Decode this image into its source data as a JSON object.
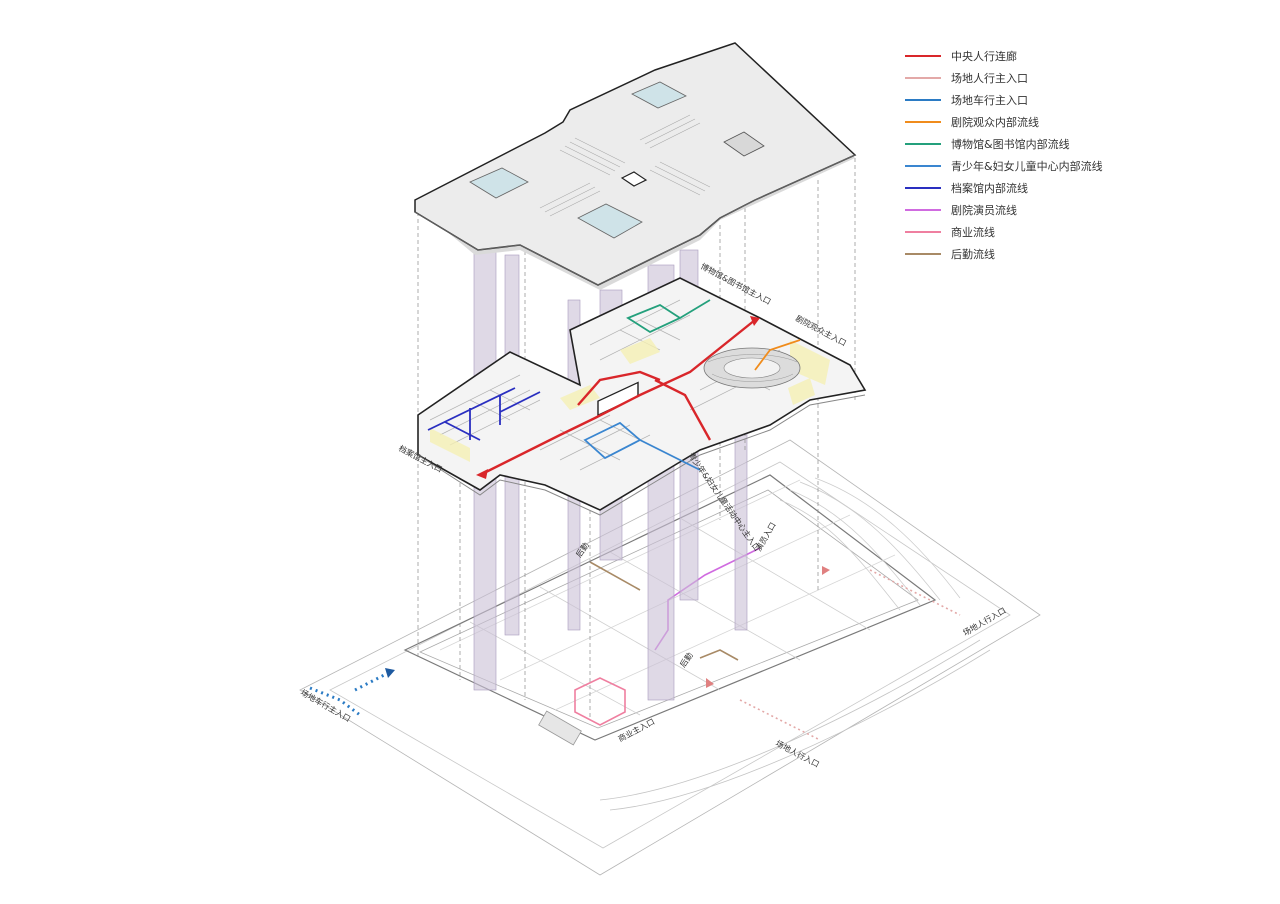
{
  "legend": {
    "items": [
      {
        "label": "中央人行连廊",
        "color": "#d9262a"
      },
      {
        "label": "场地人行主入口",
        "color": "#e3a9a8"
      },
      {
        "label": "场地车行主入口",
        "color": "#2b7bc4"
      },
      {
        "label": "剧院观众内部流线",
        "color": "#f08c1c"
      },
      {
        "label": "博物馆&图书馆内部流线",
        "color": "#24a07c"
      },
      {
        "label": "青少年&妇女儿童中心内部流线",
        "color": "#3a86d0"
      },
      {
        "label": "档案馆内部流线",
        "color": "#2a2fc0"
      },
      {
        "label": "剧院演员流线",
        "color": "#d06be0"
      },
      {
        "label": "商业流线",
        "color": "#ef7fa0"
      },
      {
        "label": "后勤流线",
        "color": "#a88a66"
      }
    ]
  },
  "labels": {
    "museum_library_entrance": "博物馆&图书馆主入口",
    "theater_audience_entrance": "剧院观众主入口",
    "archives_entrance": "档案馆主入口",
    "youth_center_entrance": "青少年&妇女儿童活动中心主入口",
    "site_vehicle_entrance": "场地车行主入口",
    "site_pedestrian_entrance_1": "场地人行入口",
    "site_pedestrian_entrance_2": "场地人行入口",
    "commercial_entrance": "商业主入口",
    "actor_entrance": "演员入口",
    "logistics_1": "后勤",
    "logistics_2": "后勤"
  }
}
